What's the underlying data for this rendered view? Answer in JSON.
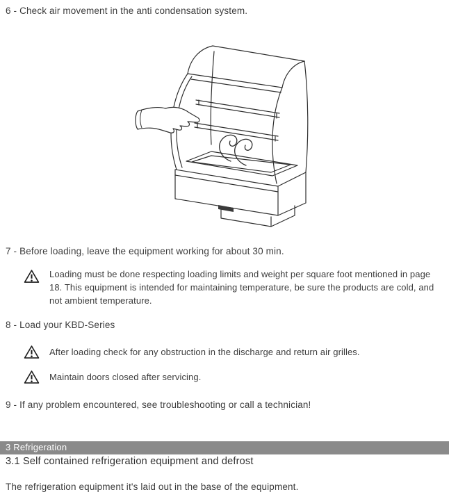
{
  "steps": {
    "step6": "6 - Check air movement in the anti condensation system.",
    "step7": "7 - Before loading, leave the equipment working for about 30 min.",
    "step8": "8 - Load your KBD-Series",
    "step9": "9 - If any problem encountered, see troubleshooting or call a technician!"
  },
  "warnings": {
    "loading": "Loading must be done respecting loading limits and weight per square foot mentioned in page 18. This equipment is intended for maintaining temperature, be sure the products are cold, and not ambient temperature.",
    "obstruction": "After loading check for any obstruction in the discharge and return air grilles.",
    "doors": "Maintain doors closed after servicing."
  },
  "section": {
    "bar": "3 Refrigeration",
    "subsection": "3.1 Self contained refrigeration equipment and defrost",
    "body": "The refrigeration equipment it's laid out in the base of the equipment."
  },
  "icons": {
    "warning": "warning-triangle-icon",
    "illustration": "display-case-line-drawing",
    "hand": "pointing-hand-icon",
    "airflow": "airflow-swirl-icon"
  },
  "colors": {
    "section_bar_bg": "#8a8a8a",
    "section_bar_text": "#ffffff",
    "text": "#3c3c3c"
  }
}
